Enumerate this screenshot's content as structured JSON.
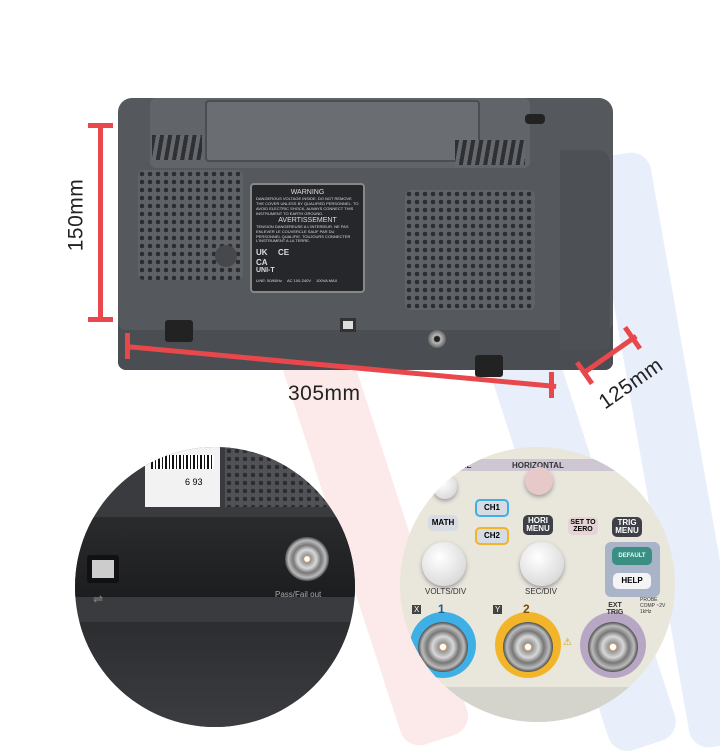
{
  "dimensions": {
    "height": "150mm",
    "width": "305mm",
    "depth": "125mm",
    "color": "#e8474c"
  },
  "rear_label": {
    "warning_title": "WARNING",
    "warning_text": "DANGEROUS VOLTAGE INSIDE. DO NOT REMOVE THE COVER UNLESS BY QUALIFIED PERSONNEL. TO AVOID ELECTRIC SHOCK, ALWAYS CONNECT THIS INSTRUMENT TO EARTH GROUND.",
    "avert_title": "AVERTISSEMENT",
    "avert_text": "TENSION DANGEREUSE A L'INTERIEUR. NE PAS ENLEVER LE COUVERCLE SAUF PAR DU PERSONNEL QUALIFIE. TOUJOURS CONNECTER L'INSTRUMENT A LA TERRE.",
    "marks": [
      "UK CA",
      "CE"
    ],
    "brand": "UNI-T",
    "line": "LINE: 50/60Hz",
    "ac": "AC 100-240V",
    "power": "100VA MAX"
  },
  "closeup_rear": {
    "port_label": "Pass/Fail out",
    "barcode_digits": "6 93"
  },
  "closeup_panel": {
    "sections": [
      "CAL",
      "HORIZONTAL"
    ],
    "buttons": [
      "MATH",
      "CH1",
      "CH2",
      "HORI MENU",
      "SET TO ZERO",
      "TRIG MENU",
      "DEFAULT",
      "HELP"
    ],
    "knob_labels": [
      "VOLTS/DIV",
      "SEC/DIV"
    ],
    "inputs": [
      {
        "label": "1",
        "axis": "X",
        "color": "#3fb0e6"
      },
      {
        "label": "2",
        "axis": "Y",
        "color": "#f2b52a"
      },
      {
        "label": "EXT TRIG",
        "color": "#b7a7c4"
      }
    ],
    "probe_comp": "PROBE COMP ~2V 1kHz"
  }
}
